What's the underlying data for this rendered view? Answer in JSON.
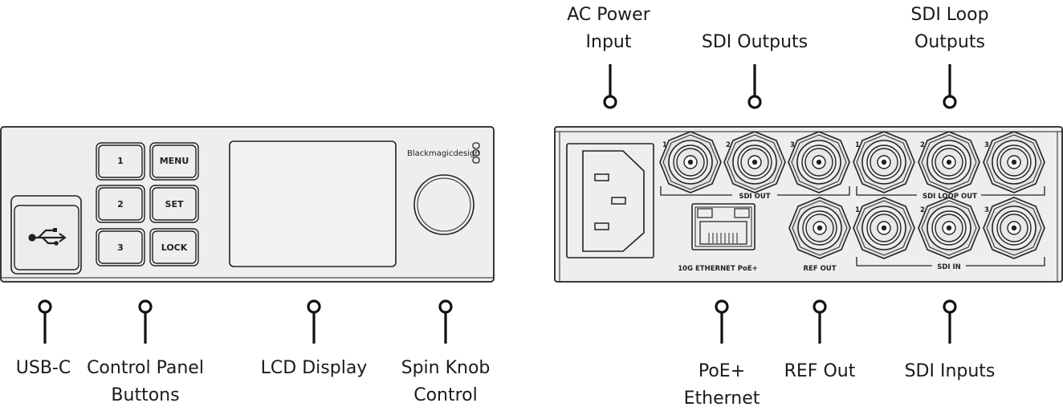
{
  "front_panel": {
    "buttons": {
      "b1": "1",
      "b2": "2",
      "b3": "3",
      "menu": "MENU",
      "set": "SET",
      "lock": "LOCK"
    },
    "brand": "Blackmagicdesign"
  },
  "rear_panel": {
    "sdi_out_numbers": [
      "1",
      "2",
      "3"
    ],
    "sdi_loop_numbers": [
      "1",
      "2",
      "3"
    ],
    "sdi_in_numbers": [
      "1",
      "2",
      "3"
    ],
    "sdi_out_label": "SDI OUT",
    "sdi_loop_out_label": "SDI LOOP OUT",
    "sdi_in_label": "SDI IN",
    "ethernet_label": "10G ETHERNET PoE+",
    "ref_out_label": "REF OUT"
  },
  "callouts": {
    "ac_power": [
      "AC Power",
      "Input"
    ],
    "sdi_outputs": [
      "SDI Outputs"
    ],
    "sdi_loop_outputs": [
      "SDI Loop",
      "Outputs"
    ],
    "usb_c": [
      "USB-C"
    ],
    "control_panel_buttons": [
      "Control Panel",
      "Buttons"
    ],
    "lcd_display": [
      "LCD Display"
    ],
    "spin_knob": [
      "Spin Knob",
      "Control"
    ],
    "poe_ethernet": [
      "PoE+",
      "Ethernet"
    ],
    "ref_out": [
      "REF Out"
    ],
    "sdi_inputs": [
      "SDI Inputs"
    ]
  },
  "colors": {
    "panel": "#eeeeee",
    "stroke": "#222222",
    "screen": "#f2f2f2"
  }
}
